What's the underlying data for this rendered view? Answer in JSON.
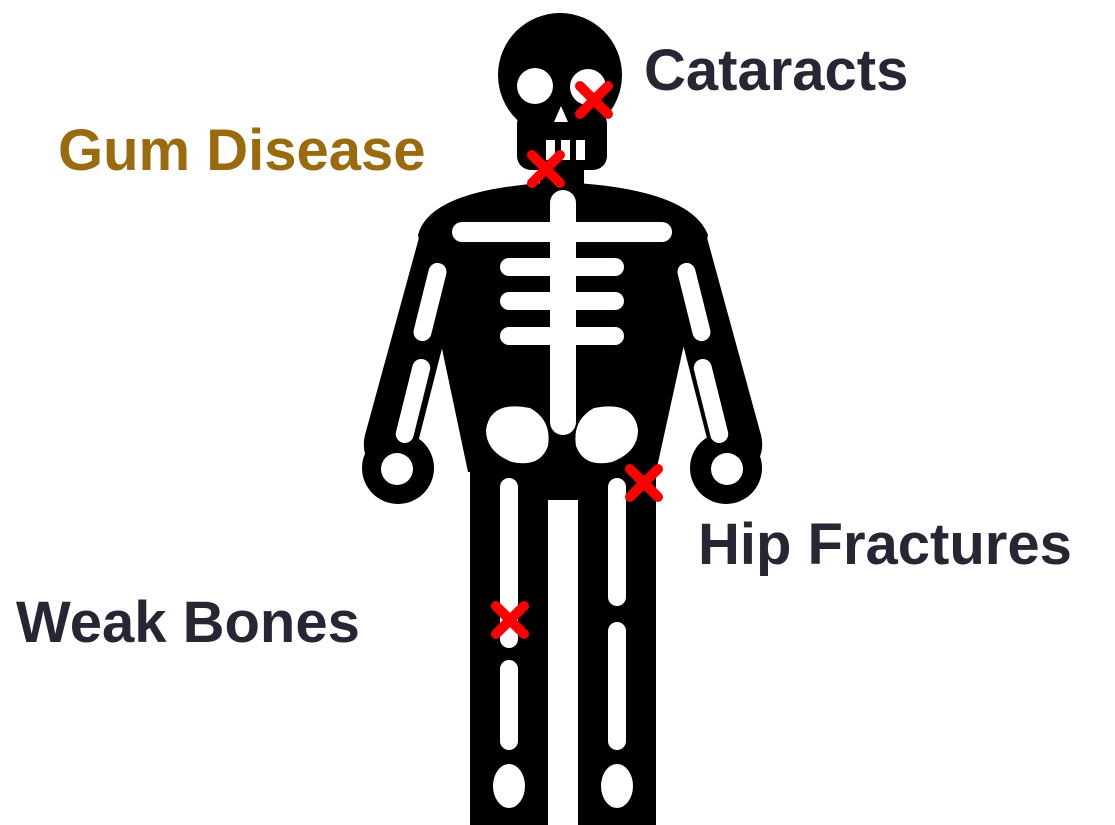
{
  "labels": {
    "cataracts": "Cataracts",
    "gum_disease": "Gum Disease",
    "hip_fractures": "Hip Fractures",
    "weak_bones": "Weak Bones"
  },
  "colors": {
    "label_default": "#262634",
    "label_highlight": "#9a6a0e",
    "skeleton": "#000000",
    "bones": "#ffffff",
    "marker": "#ff0000"
  },
  "icons": {
    "figure": "skeleton-icon",
    "marker": "red-x-marker-icon"
  }
}
